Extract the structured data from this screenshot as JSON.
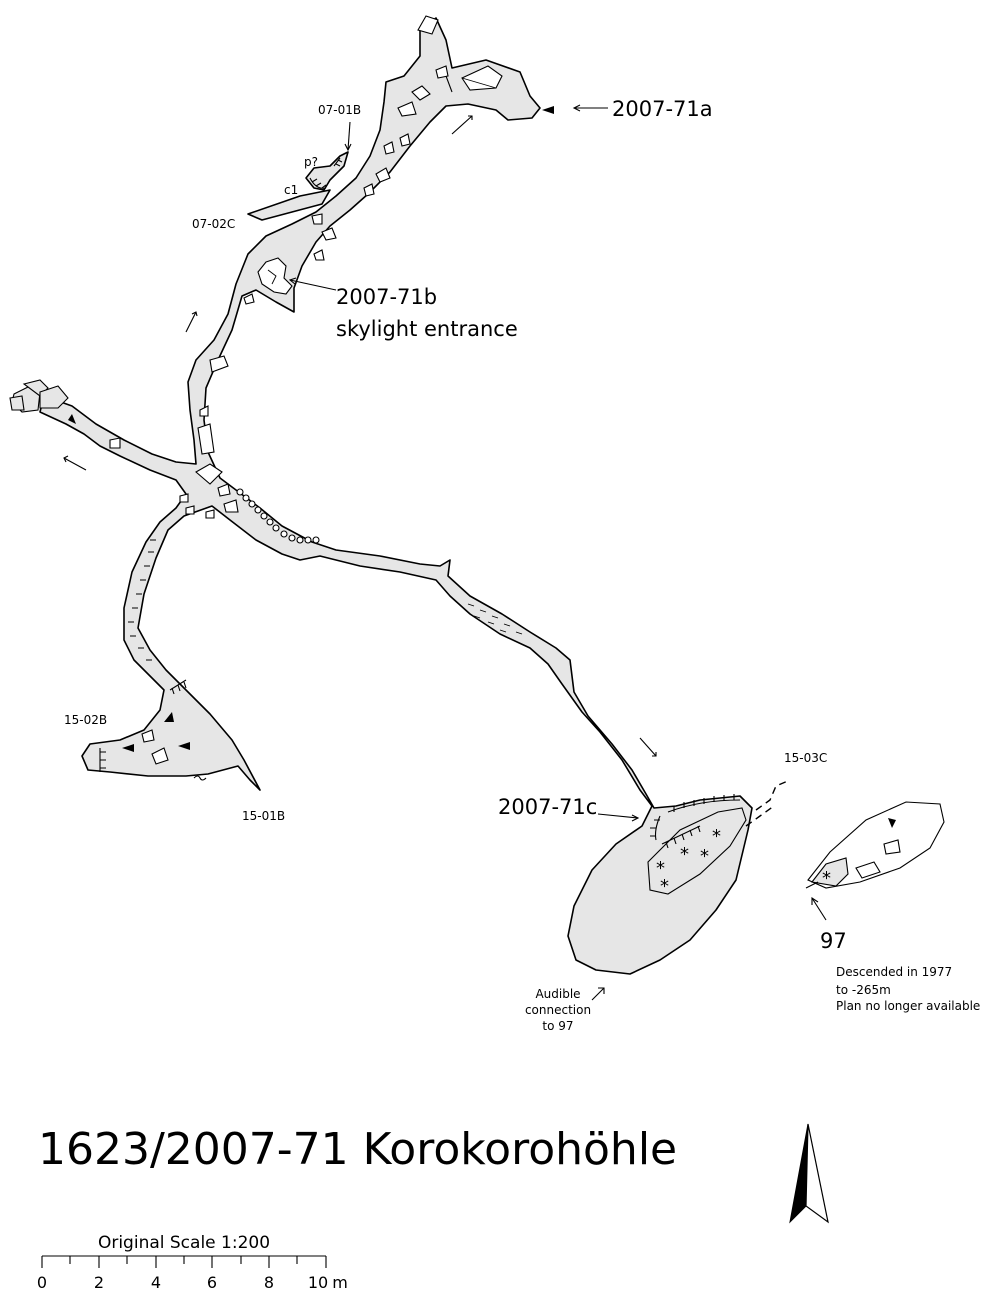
{
  "title": "1623/2007-71 Korokorohöhle",
  "entrances": {
    "a": "2007-71a",
    "b_line1": "2007-71b",
    "b_line2": "skylight entrance",
    "c": "2007-71c",
    "cave_97": "97"
  },
  "stations": [
    "07-01B",
    "07-02C",
    "15-02B",
    "15-01B",
    "15-03C"
  ],
  "small_labels": {
    "pitch_query": "p?",
    "climb": "c1"
  },
  "notes": {
    "audible": [
      "Audible",
      "connection",
      "to 97"
    ],
    "cave_97": [
      "Descended in 1977",
      "to -265m",
      "Plan no longer available"
    ]
  },
  "scale_bar": {
    "caption": "Original Scale 1:200",
    "ticks": [
      "0",
      "2",
      "4",
      "6",
      "8",
      "10"
    ],
    "unit": "m"
  },
  "north_arrow": "north-arrow-icon",
  "colors": {
    "passage_fill": "#e6e6e6",
    "ink": "#000000"
  }
}
